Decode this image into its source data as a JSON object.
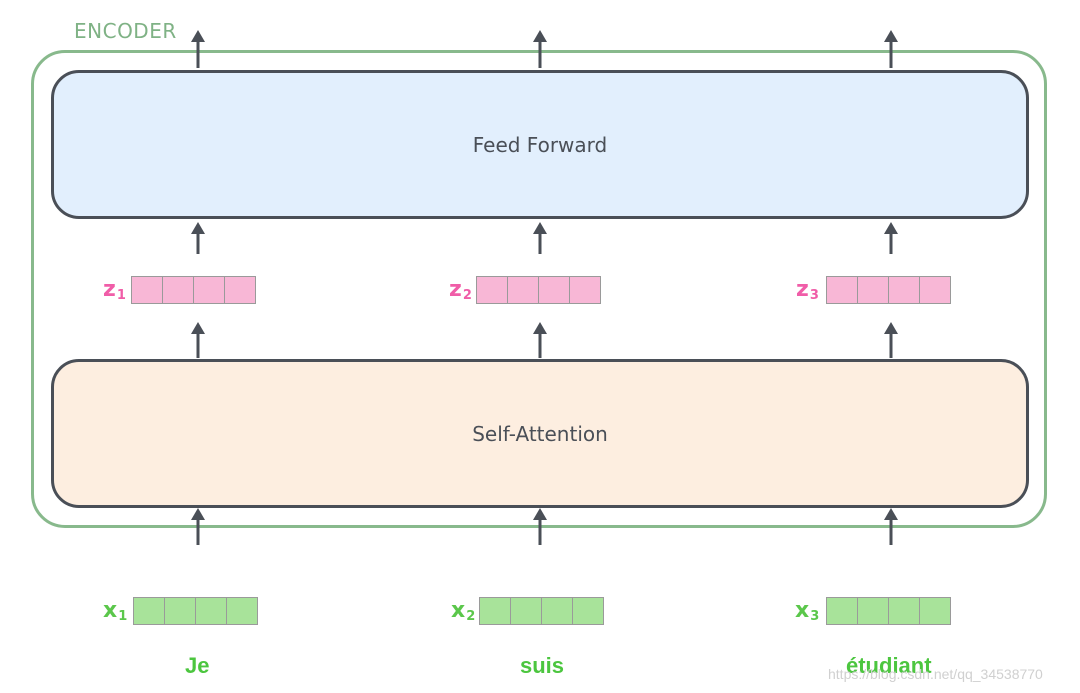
{
  "encoder": {
    "label": "ENCODER"
  },
  "feed_forward": {
    "label": "Feed Forward"
  },
  "self_attention": {
    "label": "Self-Attention"
  },
  "z_vectors": [
    {
      "base": "z",
      "sub": "1"
    },
    {
      "base": "z",
      "sub": "2"
    },
    {
      "base": "z",
      "sub": "3"
    }
  ],
  "x_vectors": [
    {
      "base": "x",
      "sub": "1"
    },
    {
      "base": "x",
      "sub": "2"
    },
    {
      "base": "x",
      "sub": "3"
    }
  ],
  "words": [
    "Je",
    "suis",
    "étudiant"
  ],
  "watermark": "https://blog.csdn.net/qq_34538770",
  "colors": {
    "encoder_green": "#88b98c",
    "feed_forward_fill": "#e2effd",
    "self_attention_fill": "#fdeee0",
    "z_cell": "#f8b7d6",
    "z_label": "#f05da8",
    "x_cell": "#a8e39a",
    "x_label": "#5bc74b",
    "arrow": "#4a4f57"
  }
}
